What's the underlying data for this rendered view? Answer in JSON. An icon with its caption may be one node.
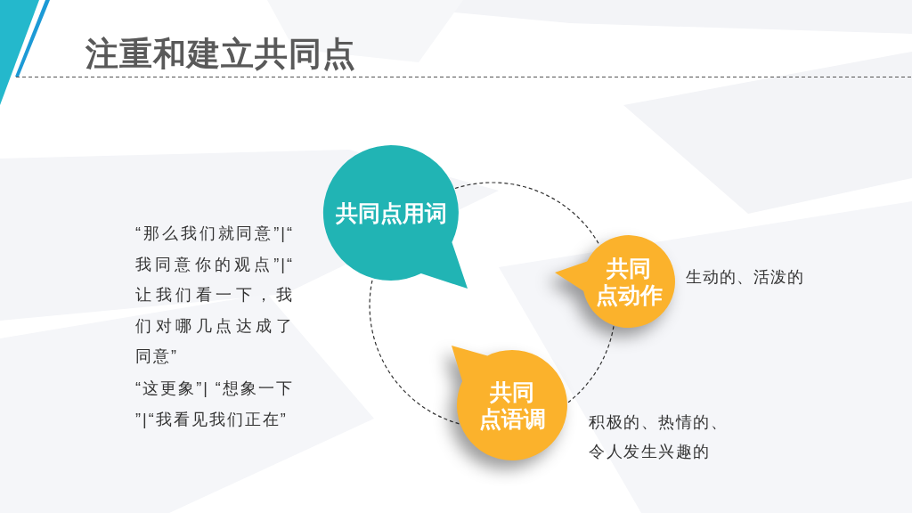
{
  "diagram": {
    "title": "注重和建立共同点",
    "nodes": [
      {
        "text": [
          "共同点用词"
        ],
        "beside": [
          "“那么我们就同意”|“我同意你的观点”|“让我们看一下，我们对哪几点达成了同意”",
          "“这更象”| “想象一下”|“我看见我们正在”"
        ]
      },
      {
        "text": [
          "共同点动作"
        ],
        "beside": [
          "生动的、活泼的"
        ]
      },
      {
        "text": [
          "共同点语调"
        ],
        "beside": [
          "积极的、热情的、令人发生兴趣的"
        ]
      }
    ],
    "edges": [
      {
        "from": 0,
        "to": 1,
        "arrow": "none",
        "style": "dashed"
      },
      {
        "from": 1,
        "to": 2,
        "arrow": "none",
        "style": "dashed"
      },
      {
        "from": 2,
        "to": 0,
        "arrow": "none",
        "style": "dashed"
      }
    ]
  }
}
